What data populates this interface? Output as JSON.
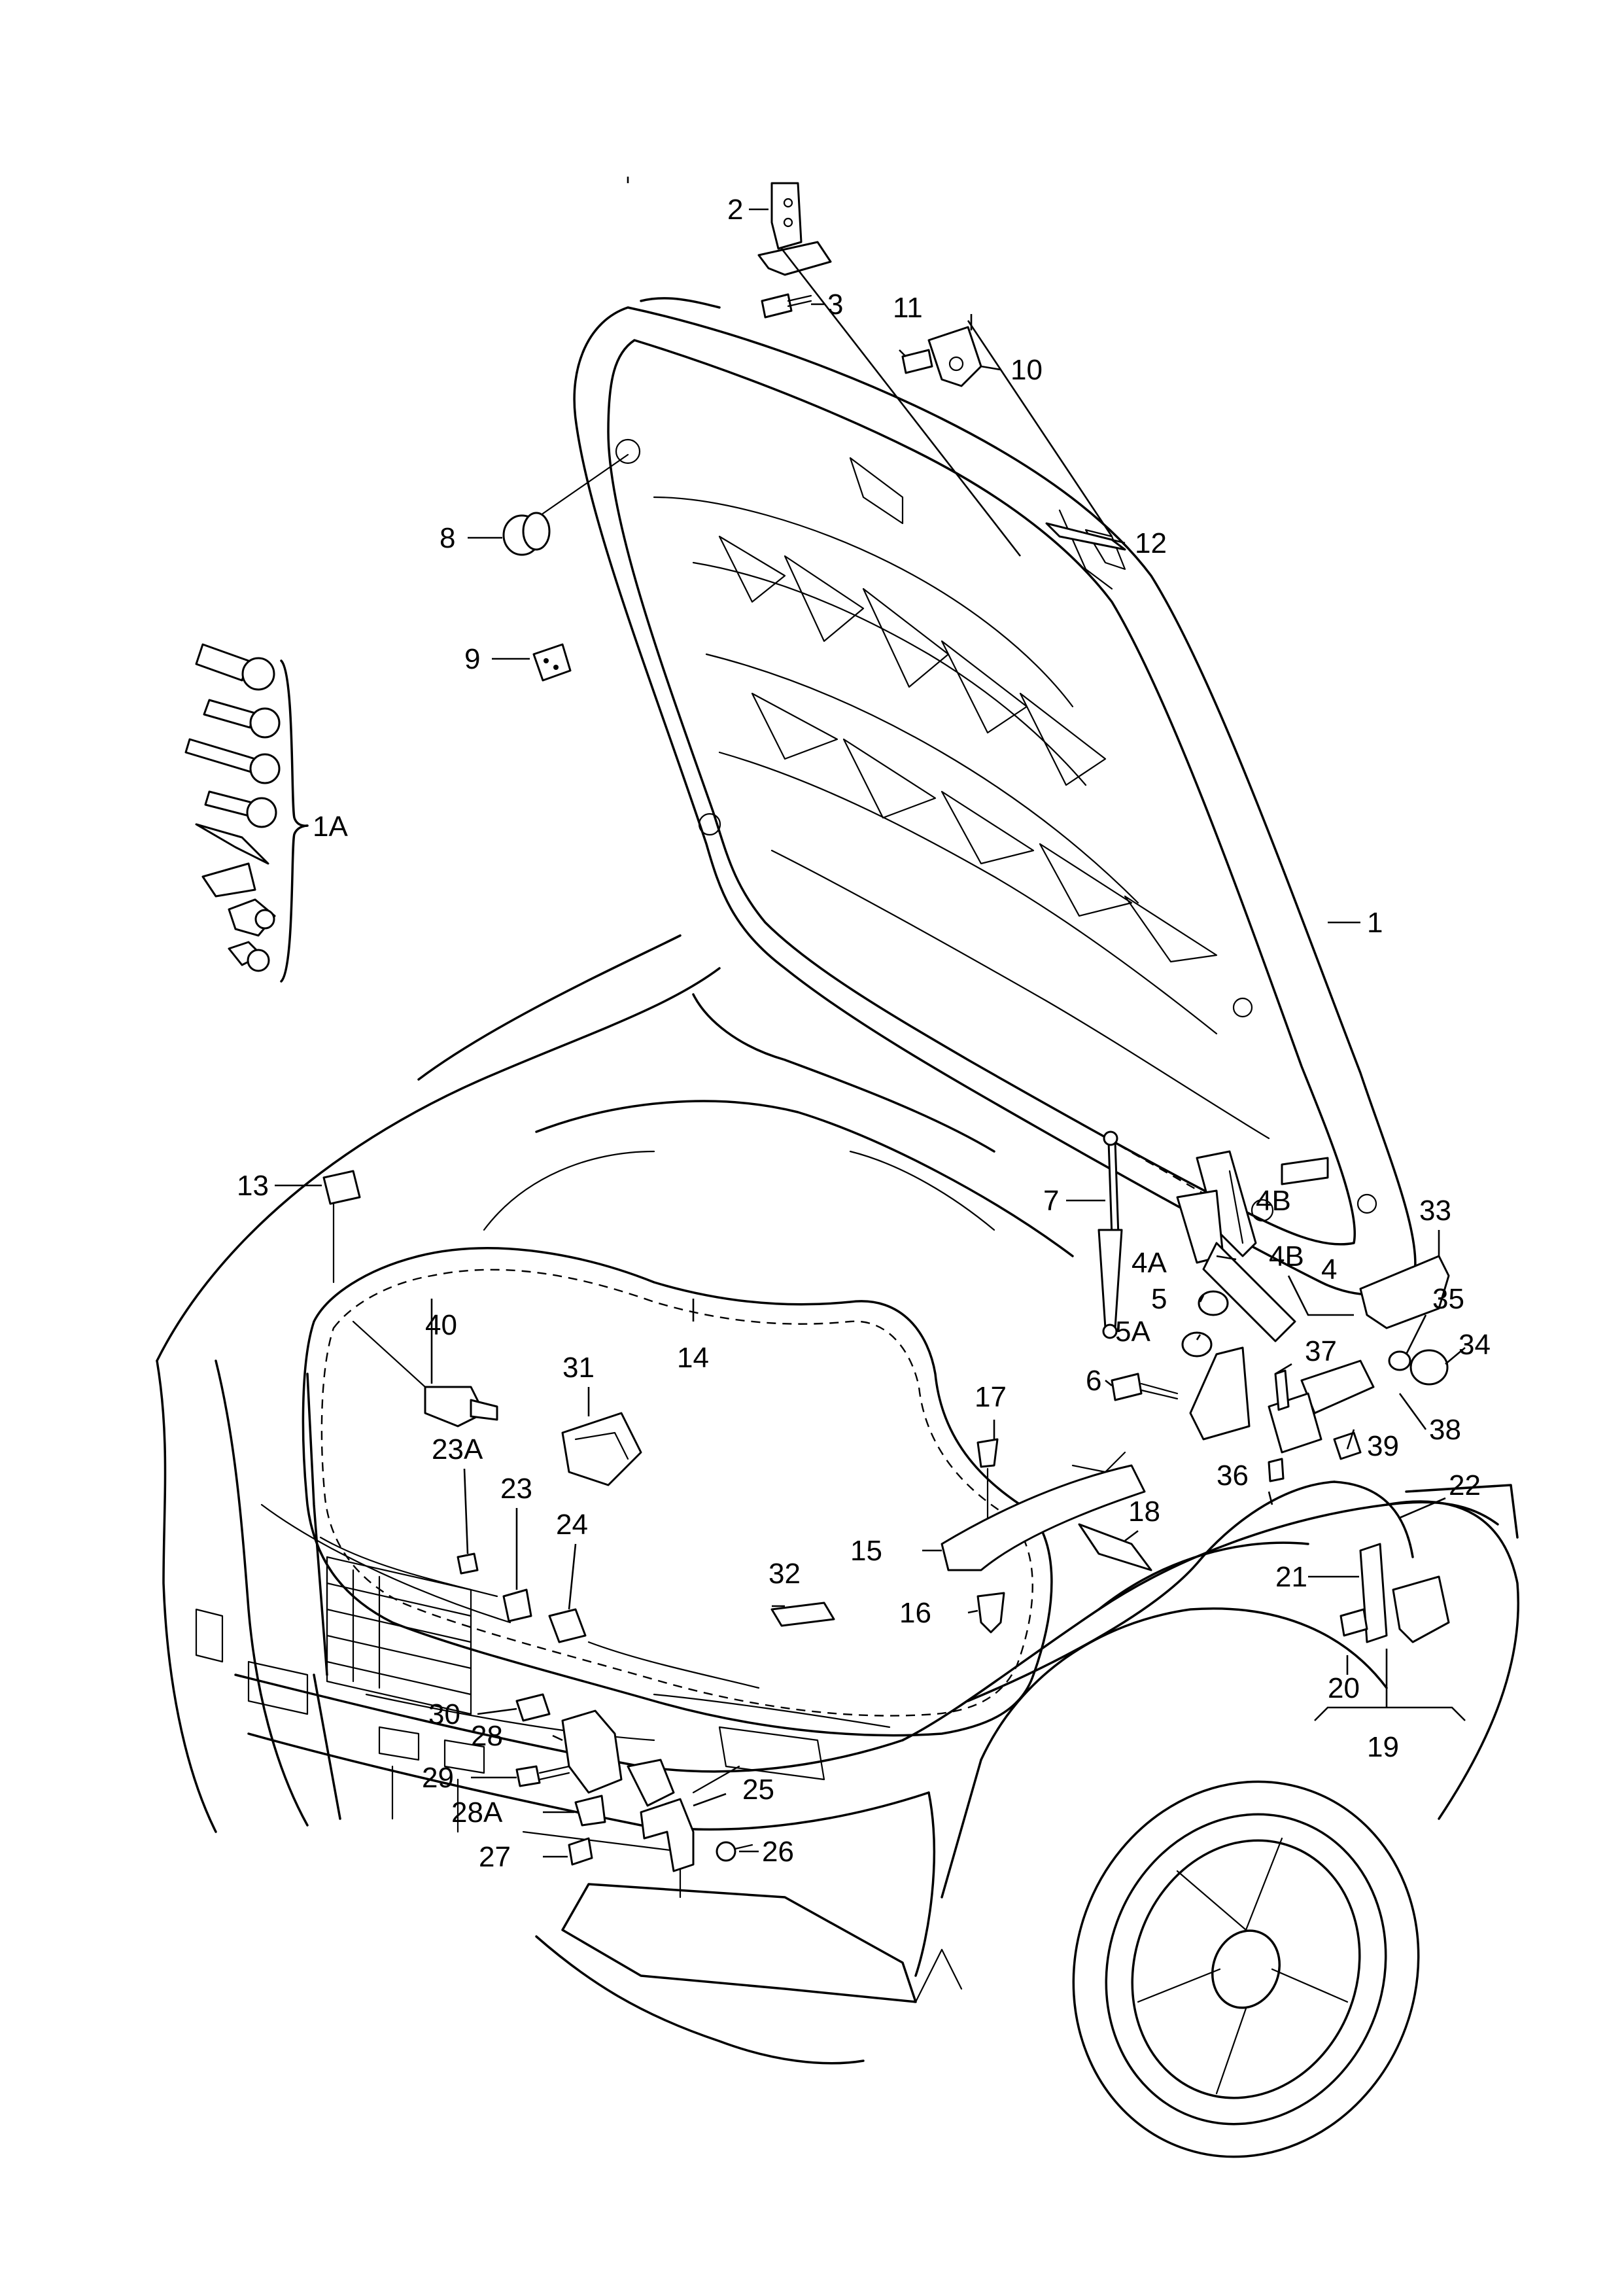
{
  "labels": {
    "l1": "1",
    "l1a": "1A",
    "l2": "2",
    "l3": "3",
    "l4": "4",
    "l4a": "4A",
    "l4b1": "4B",
    "l4b2": "4B",
    "l5": "5",
    "l5a": "5A",
    "l6": "6",
    "l7": "7",
    "l8": "8",
    "l9": "9",
    "l10": "10",
    "l11": "11",
    "l12": "12",
    "l13": "13",
    "l14": "14",
    "l15": "15",
    "l16": "16",
    "l17": "17",
    "l18": "18",
    "l19": "19",
    "l20": "20",
    "l21": "21",
    "l22": "22",
    "l23": "23",
    "l23a": "23A",
    "l24": "24",
    "l25": "25",
    "l26": "26",
    "l27": "27",
    "l28": "28",
    "l28a": "28A",
    "l29": "29",
    "l30": "30",
    "l31": "31",
    "l32": "32",
    "l33": "33",
    "l34": "34",
    "l35": "35",
    "l36": "36",
    "l37": "37",
    "l38": "38",
    "l39": "39",
    "l40": "40"
  },
  "colors": {
    "line": "#000000",
    "background": "#ffffff"
  }
}
